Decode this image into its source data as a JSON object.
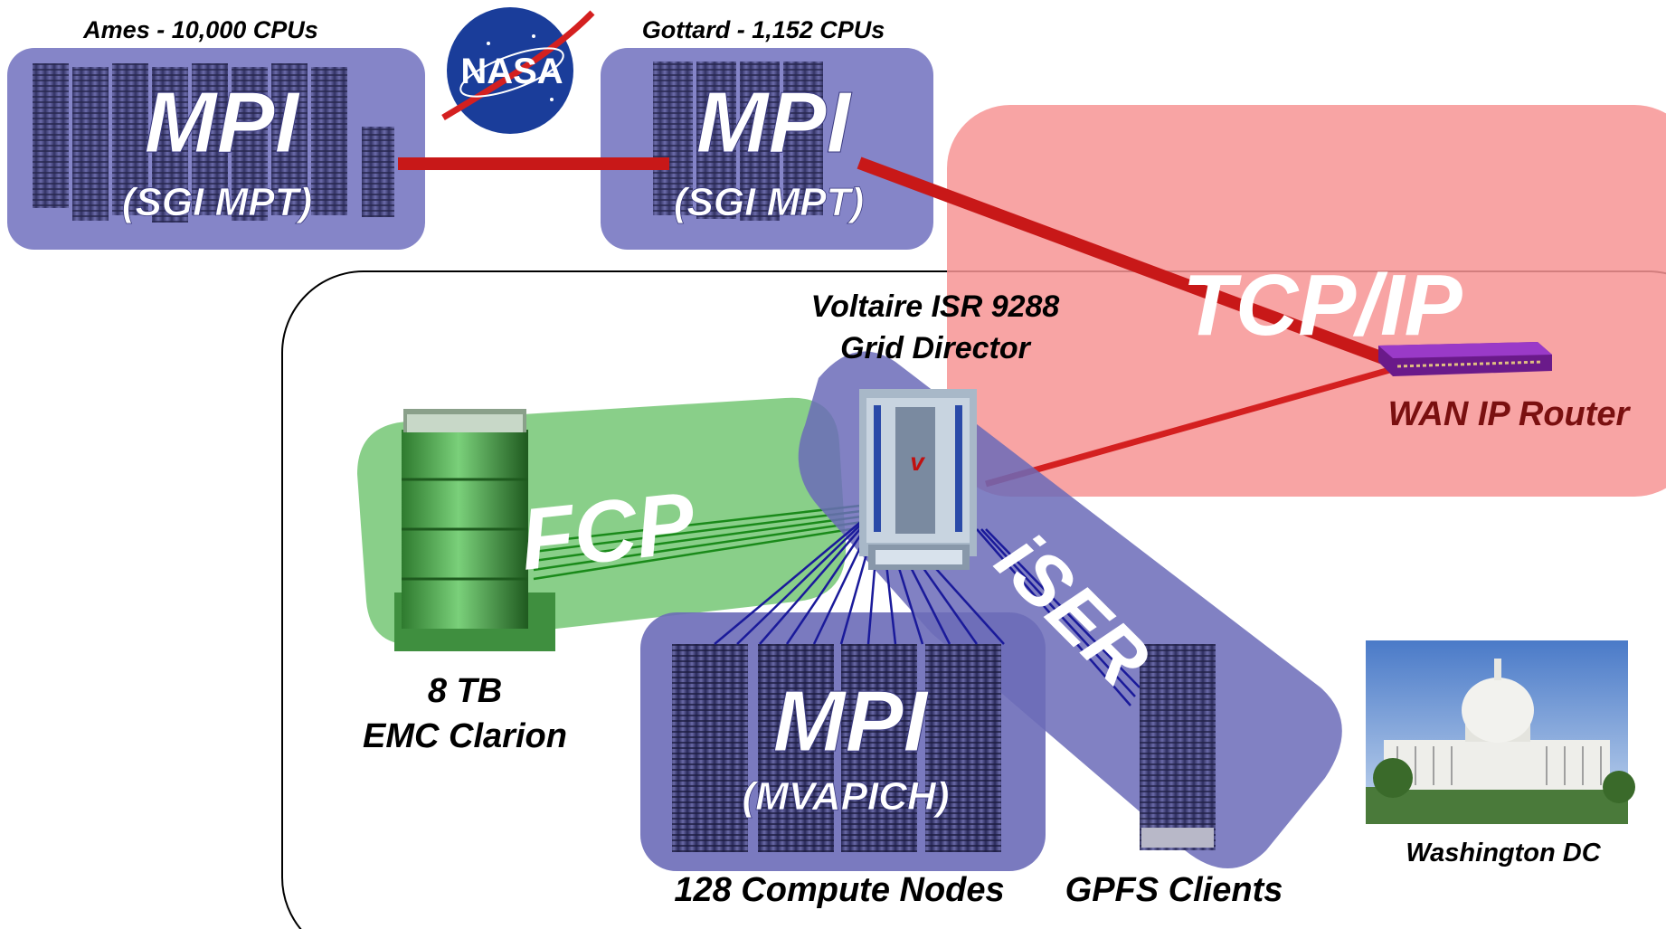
{
  "labels": {
    "ames_title": "Ames - 10,000 CPUs",
    "gottard_title": "Gottard - 1,152 CPUs",
    "nasa_logo_text": "NASA",
    "mpi_ames": "MPI",
    "mpi_ames_sub": "(SGI MPT)",
    "mpi_gottard": "MPI",
    "mpi_gottard_sub": "(SGI MPT)",
    "tcpip": "TCP/IP",
    "voltaire_line1": "Voltaire ISR 9288",
    "voltaire_line2": "Grid Director",
    "wan_router": "WAN IP Router",
    "fcp": "FCP",
    "iser": "iSER",
    "storage_line1": "8 TB",
    "storage_line2": "EMC Clarion",
    "mpi_cluster": "MPI",
    "mpi_cluster_sub": "(MVAPICH)",
    "compute_nodes": "128 Compute Nodes",
    "gpfs_clients": "GPFS Clients",
    "washington": "Washington DC"
  },
  "colors": {
    "mpi_box": "#7f7fc4",
    "tcpip_zone": "#f79494",
    "fcp_zone": "#6cc36c",
    "iser_zone": "#6b6bb8",
    "wan_link": "#d42020",
    "fiber": "#1a8a1a",
    "ib_link": "#1a1a9a",
    "router_label": "#7a1010"
  },
  "icons": [
    "nasa-logo-icon",
    "server-rack-icon",
    "storage-drum-icon",
    "switch-chassis-icon",
    "router-icon",
    "capitol-photo-icon"
  ]
}
